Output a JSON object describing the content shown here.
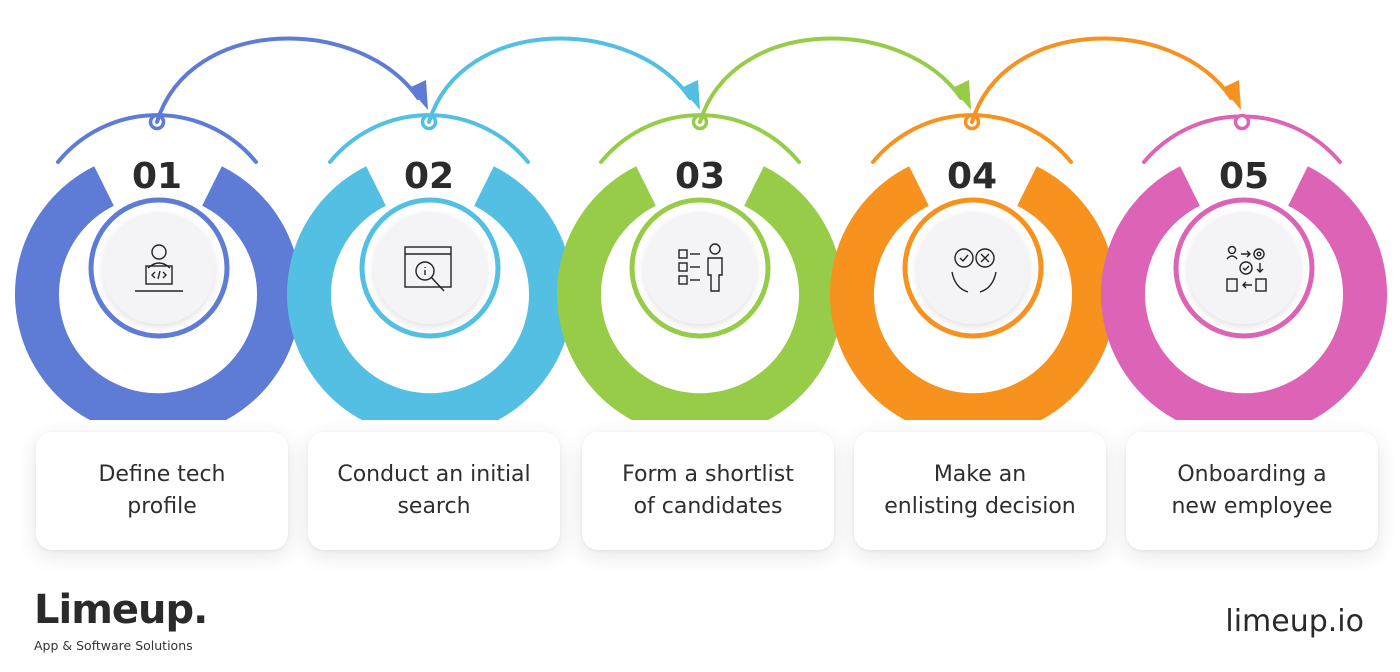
{
  "steps": [
    {
      "number": "01",
      "label": "Define tech\nprofile",
      "color": "#5E7BD6",
      "icon": "developer-at-laptop-icon"
    },
    {
      "number": "02",
      "label": "Conduct an initial\nsearch",
      "color": "#52BFE3",
      "icon": "browser-magnifier-search-icon"
    },
    {
      "number": "03",
      "label": "Form a shortlist\nof candidates",
      "color": "#97CC49",
      "icon": "checklist-person-icon"
    },
    {
      "number": "04",
      "label": "Make an\nenlisting decision",
      "color": "#F7921E",
      "icon": "hands-accept-reject-icon"
    },
    {
      "number": "05",
      "label": "Onboarding a\nnew employee",
      "color": "#DC63B5",
      "icon": "onboarding-process-icon"
    }
  ],
  "brand": {
    "name": "Limeup.",
    "tagline": "App & Software Solutions"
  },
  "site_url": "limeup.io"
}
